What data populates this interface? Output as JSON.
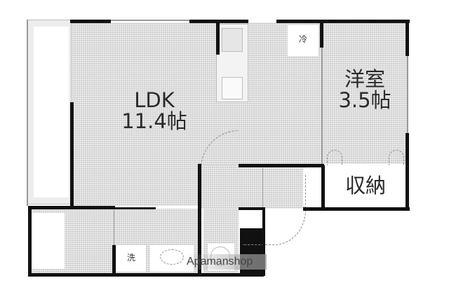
{
  "floor_plan": {
    "rooms": [
      {
        "id": "ldk",
        "name": "LDK",
        "size": "11.4帖"
      },
      {
        "id": "western_room",
        "name": "洋室",
        "size": "3.5帖"
      },
      {
        "id": "storage",
        "name": "収納"
      }
    ],
    "fixtures": {
      "refrigerator": "冷",
      "washer": "洗"
    },
    "colors": {
      "wall": "#111111",
      "floor": "#cfcfcf",
      "background": "#ffffff"
    }
  },
  "watermark": {
    "text": "Apamanshop"
  }
}
